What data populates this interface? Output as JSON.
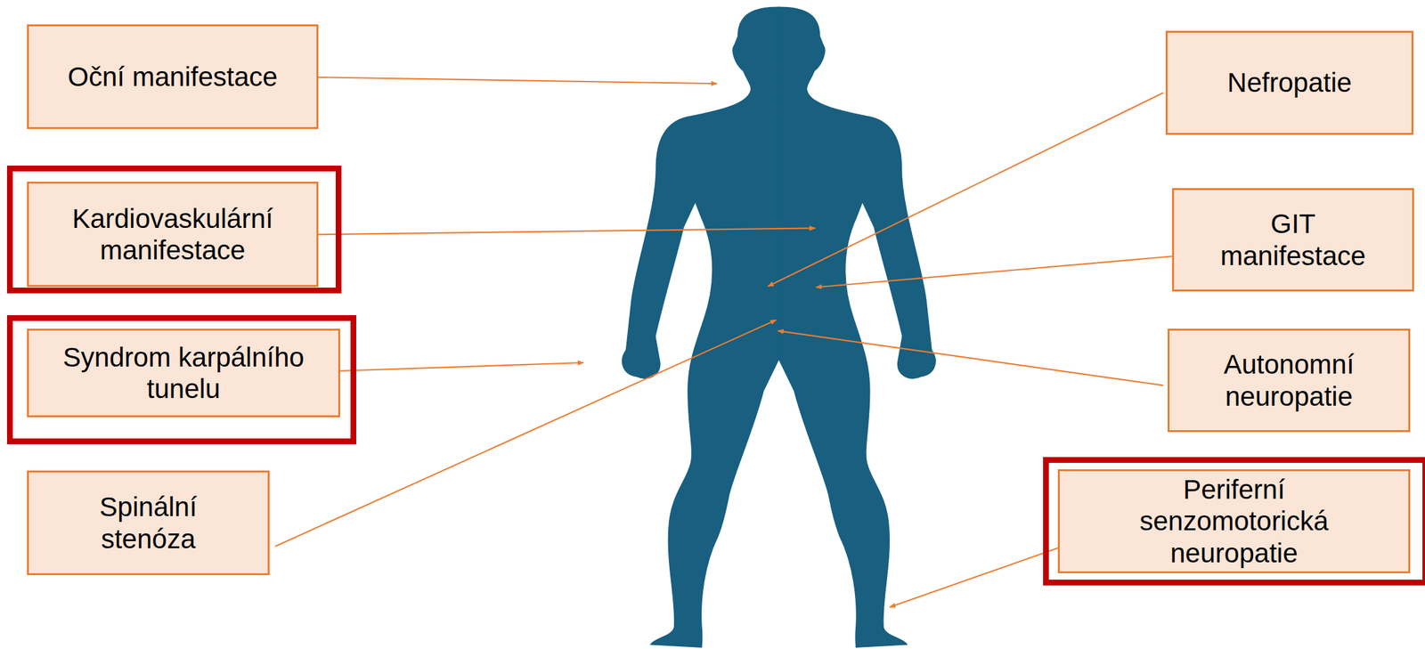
{
  "diagram": {
    "nodes": [
      {
        "text": [
          "Oční manifestace"
        ]
      },
      {
        "text": [
          "Nefropatie"
        ]
      },
      {
        "text": [
          "Kardiovaskulární manifestace"
        ]
      },
      {
        "text": [
          "GIT manifestace"
        ]
      },
      {
        "text": [
          "Syndrom karpálního tunelu"
        ]
      },
      {
        "text": [
          "Autonomní neuropatie"
        ]
      },
      {
        "text": [
          "Spinální stenóza"
        ]
      },
      {
        "text": [
          "Periferní senzomotorická neuropatie"
        ]
      }
    ]
  }
}
